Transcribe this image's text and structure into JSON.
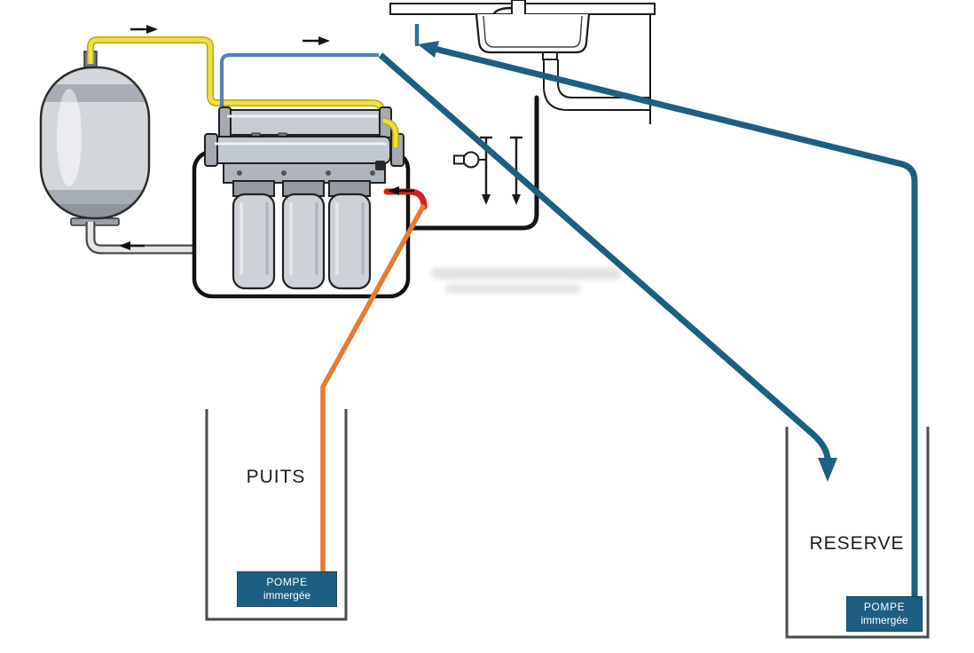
{
  "diagram": {
    "well": {
      "label": "PUITS",
      "pump": {
        "line1": "POMPE",
        "line2": "immergée"
      }
    },
    "reserve": {
      "label": "RESERVE",
      "pump": {
        "line1": "POMPE",
        "line2": "immergée"
      }
    },
    "colors": {
      "pump_box": "#1d5f80",
      "pipe_reserve_teal": "#1d5f80",
      "pipe_well_orange": "#e87a33",
      "pipe_inlet_red": "#d11f1f",
      "pipe_tank_yellow": "#efe13a",
      "pipe_filtered_blue": "#4d82b4",
      "equipment_gray": "#c7cdd3",
      "outline_black": "#111111"
    }
  }
}
